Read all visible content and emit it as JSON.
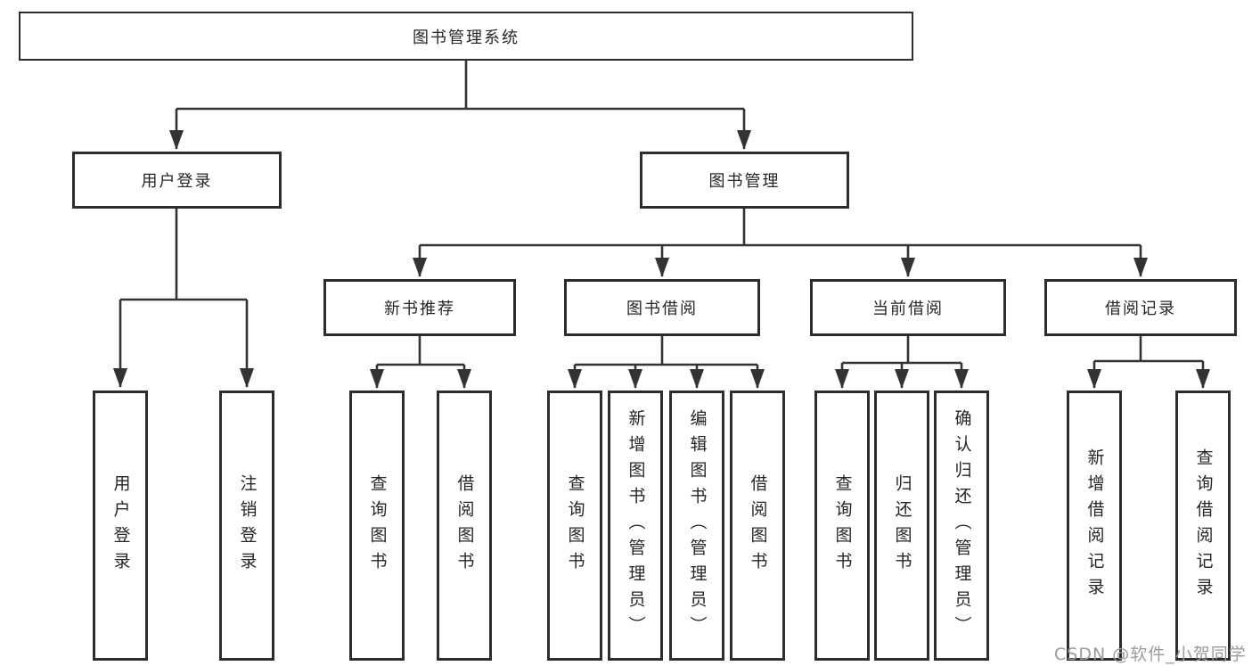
{
  "tree": {
    "root": {
      "label": "图书管理系统",
      "children": [
        {
          "label": "用户登录",
          "children": [
            {
              "label": "用户登录"
            },
            {
              "label": "注销登录"
            }
          ]
        },
        {
          "label": "图书管理",
          "children": [
            {
              "label": "新书推荐",
              "children": [
                {
                  "label": "查询图书"
                },
                {
                  "label": "借阅图书"
                }
              ]
            },
            {
              "label": "图书借阅",
              "children": [
                {
                  "label": "查询图书"
                },
                {
                  "label": "新增图书（管理员）"
                },
                {
                  "label": "编辑图书（管理员）"
                },
                {
                  "label": "借阅图书"
                }
              ]
            },
            {
              "label": "当前借阅",
              "children": [
                {
                  "label": "查询图书"
                },
                {
                  "label": "归还图书"
                },
                {
                  "label": "确认归还（管理员）"
                }
              ]
            },
            {
              "label": "借阅记录",
              "children": [
                {
                  "label": "新增借阅记录"
                },
                {
                  "label": "查询借阅记录"
                }
              ]
            }
          ]
        }
      ]
    }
  },
  "watermark": {
    "text": "CSDN @软件_小贺同学"
  },
  "colors": {
    "line": "#333333",
    "border": "#2d2d2d",
    "text": "#262626",
    "watermark": "#9b9b9b",
    "bg": "#ffffff"
  }
}
